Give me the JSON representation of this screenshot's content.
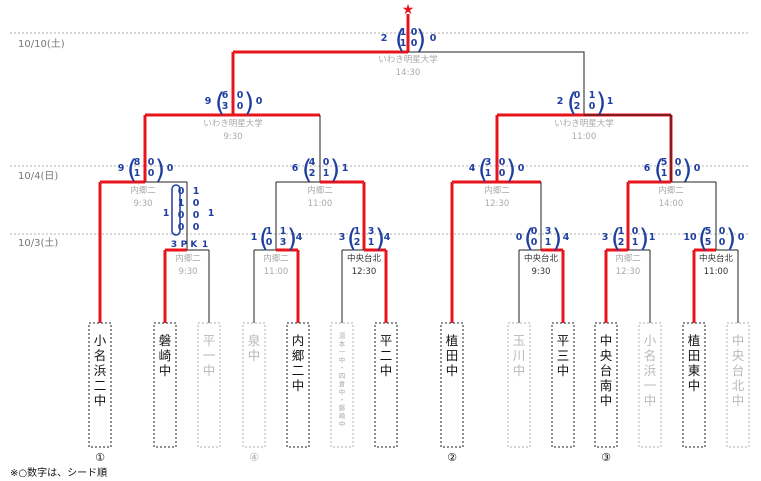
{
  "dates": [
    "10/10(土)",
    "10/4(日)",
    "10/3(土)"
  ],
  "note": "※○数字は、シード順",
  "star": "★",
  "teams": [
    {
      "label": "小名浜二中",
      "seed": "①"
    },
    {
      "label": "磐崎中"
    },
    {
      "label": "平一中"
    },
    {
      "label": "泉中",
      "seed": "④"
    },
    {
      "label": "内郷二中"
    },
    {
      "label": "湯本一中・四倉中・磐崎中"
    },
    {
      "label": "平二中"
    },
    {
      "label": "植田中",
      "seed": "②"
    },
    {
      "label": "玉川中"
    },
    {
      "label": "平三中"
    },
    {
      "label": "中央台南中",
      "seed": "③"
    },
    {
      "label": "小名浜一中"
    },
    {
      "label": "植田東中"
    },
    {
      "label": "中央台北中"
    }
  ],
  "matches": {
    "r1_1": {
      "venue": "内郷二",
      "time": "9:30",
      "left": "1",
      "right": "1",
      "h1": [
        "0",
        "1"
      ],
      "h2": [
        "1",
        "0"
      ],
      "et1": [
        "0",
        "0"
      ],
      "et2": [
        "0",
        "0"
      ],
      "pk_left": "3",
      "pk_label": "P K",
      "pk_right": "1"
    },
    "r1_2": {
      "venue": "内郷二",
      "time": "11:00",
      "left": "1",
      "right": "4",
      "h1": [
        "1",
        "1"
      ],
      "h2": [
        "0",
        "3"
      ]
    },
    "r1_3": {
      "venue": "中央台北",
      "time": "12:30",
      "left": "3",
      "right": "4",
      "h1": [
        "1",
        "3"
      ],
      "h2": [
        "2",
        "1"
      ]
    },
    "r1_4": {
      "venue": "中央台北",
      "time": "9:30",
      "left": "0",
      "right": "4",
      "h1": [
        "0",
        "3"
      ],
      "h2": [
        "0",
        "1"
      ]
    },
    "r1_5": {
      "venue": "内郷二",
      "time": "12:30",
      "left": "3",
      "right": "1",
      "h1": [
        "1",
        "0"
      ],
      "h2": [
        "2",
        "1"
      ]
    },
    "r1_6": {
      "venue": "中央台北",
      "time": "11:00",
      "left": "10",
      "right": "0",
      "h1": [
        "5",
        "0"
      ],
      "h2": [
        "5",
        "0"
      ]
    },
    "qf_1": {
      "venue": "内郷二",
      "time": "9:30",
      "left": "9",
      "right": "0",
      "h1": [
        "8",
        "0"
      ],
      "h2": [
        "1",
        "0"
      ]
    },
    "qf_2": {
      "venue": "内郷二",
      "time": "11:00",
      "left": "6",
      "right": "1",
      "h1": [
        "4",
        "0"
      ],
      "h2": [
        "2",
        "1"
      ]
    },
    "qf_3": {
      "venue": "内郷二",
      "time": "12:30",
      "left": "4",
      "right": "0",
      "h1": [
        "3",
        "0"
      ],
      "h2": [
        "1",
        "0"
      ]
    },
    "qf_4": {
      "venue": "内郷二",
      "time": "14:00",
      "left": "6",
      "right": "0",
      "h1": [
        "5",
        "0"
      ],
      "h2": [
        "1",
        "0"
      ]
    },
    "sf_1": {
      "venue": "いわき明星大学",
      "time": "9:30",
      "left": "9",
      "right": "0",
      "h1": [
        "6",
        "0"
      ],
      "h2": [
        "3",
        "0"
      ]
    },
    "sf_2": {
      "venue": "いわき明星大学",
      "time": "11:00",
      "left": "2",
      "right": "1",
      "h1": [
        "0",
        "1"
      ],
      "h2": [
        "2",
        "0"
      ]
    },
    "final": {
      "venue": "いわき明星大学",
      "time": "14:30",
      "left": "2",
      "right": "0",
      "h1": [
        "1",
        "0"
      ],
      "h2": [
        "1",
        "0"
      ]
    }
  },
  "colors": {
    "win": "#e8141b",
    "line": "#222222",
    "dotted": "#b0b0b0",
    "score": "#1f3fa0",
    "loser_text": "#b8b8b8"
  }
}
